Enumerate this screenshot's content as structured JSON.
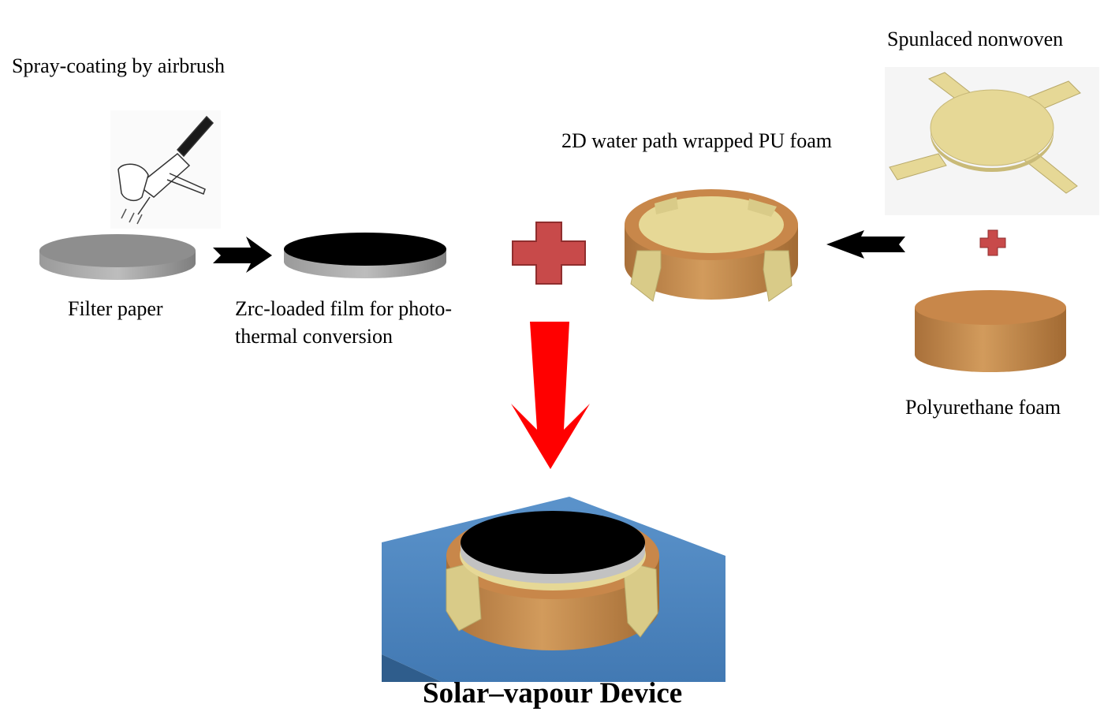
{
  "labels": {
    "spray_coating": "Spray-coating by airbrush",
    "filter_paper": "Filter paper",
    "zrc_film_line1": "Zrc-loaded film for photo-",
    "zrc_film_line2": "thermal conversion",
    "water_path": "2D water path wrapped PU foam",
    "spunlaced": "Spunlaced nonwoven",
    "polyurethane": "Polyurethane foam",
    "device_title": "Solar–vapour Device"
  },
  "colors": {
    "filter_gray": "#8c8c8c",
    "film_black": "#000000",
    "nonwoven_cream": "#e6d896",
    "foam_brown": "#c28a4c",
    "plus_red": "#c84a4a",
    "big_arrow_red": "#ff0000",
    "water_blue": "#4f86bf"
  },
  "icons": [
    "airbrush-icon",
    "black-arrow-icon",
    "red-plus-icon",
    "big-red-arrow-icon"
  ]
}
